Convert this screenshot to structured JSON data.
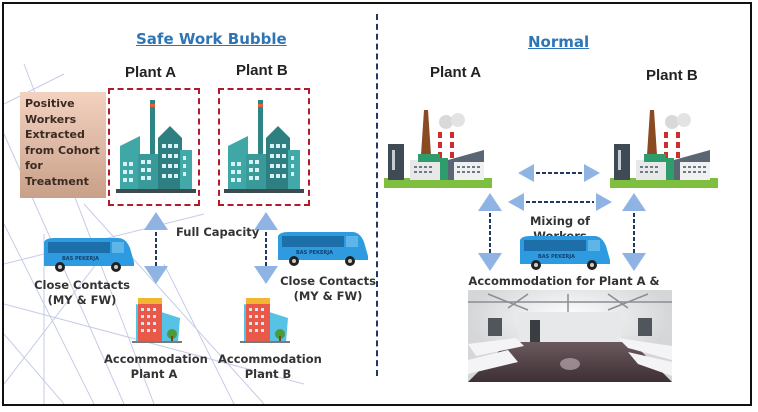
{
  "left_panel": {
    "title": "Safe Work Bubble",
    "plant_a_label": "Plant A",
    "plant_b_label": "Plant B",
    "positive_workers_note": "Positive Workers Extracted from Cohort for Treatment",
    "full_capacity_label": "Full Capacity",
    "close_contacts_a": "Close Contacts (MY & FW)",
    "close_contacts_b": "Close Contacts (MY & FW)",
    "accommodation_a": "Accommodation Plant A",
    "accommodation_b": "Accommodation Plant B",
    "bus_text": "BAS PEKERJA"
  },
  "right_panel": {
    "title": "Normal",
    "plant_a_label": "Plant A",
    "plant_b_label": "Plant B",
    "mixing_label": "Mixing of Workers",
    "accommodation_label": "Accommodation for Plant A & B",
    "bus_text": "BAS PEKERJA"
  },
  "colors": {
    "title_blue": "#2e75b6",
    "dash_red": "#b01c2e",
    "divider_navy": "#1f3864",
    "arrow_blue": "#8fb4e3",
    "bus_blue": "#2e9be0",
    "factory_teal": "#3a9a9a"
  }
}
